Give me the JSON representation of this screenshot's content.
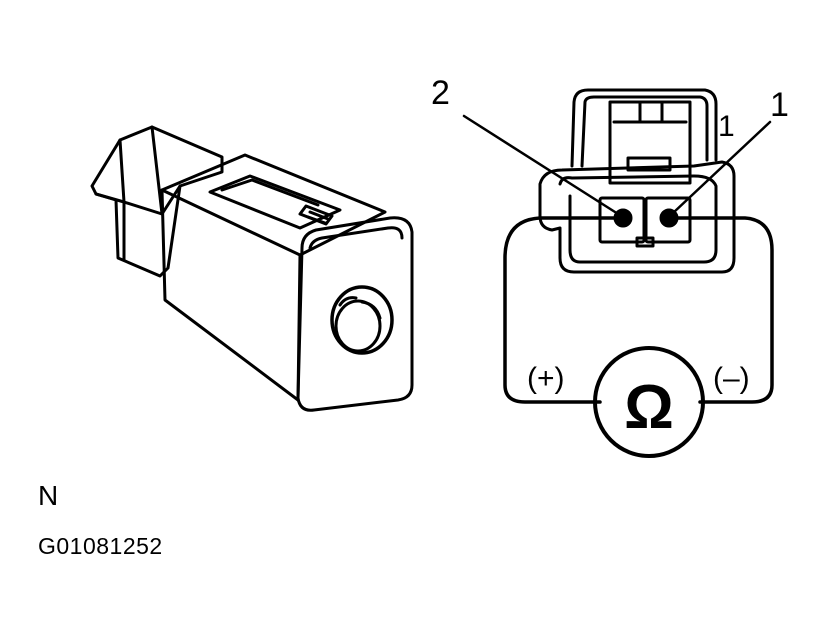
{
  "labels": {
    "terminal_2": "2",
    "terminal_1": "1",
    "tab_mark": "1",
    "positive": "(+)",
    "negative": "(–)",
    "ohmmeter_symbol": "Ω"
  },
  "captions": {
    "view_code": "N",
    "figure_id": "G01081252"
  },
  "colors": {
    "line": "#000000",
    "background": "#ffffff"
  }
}
